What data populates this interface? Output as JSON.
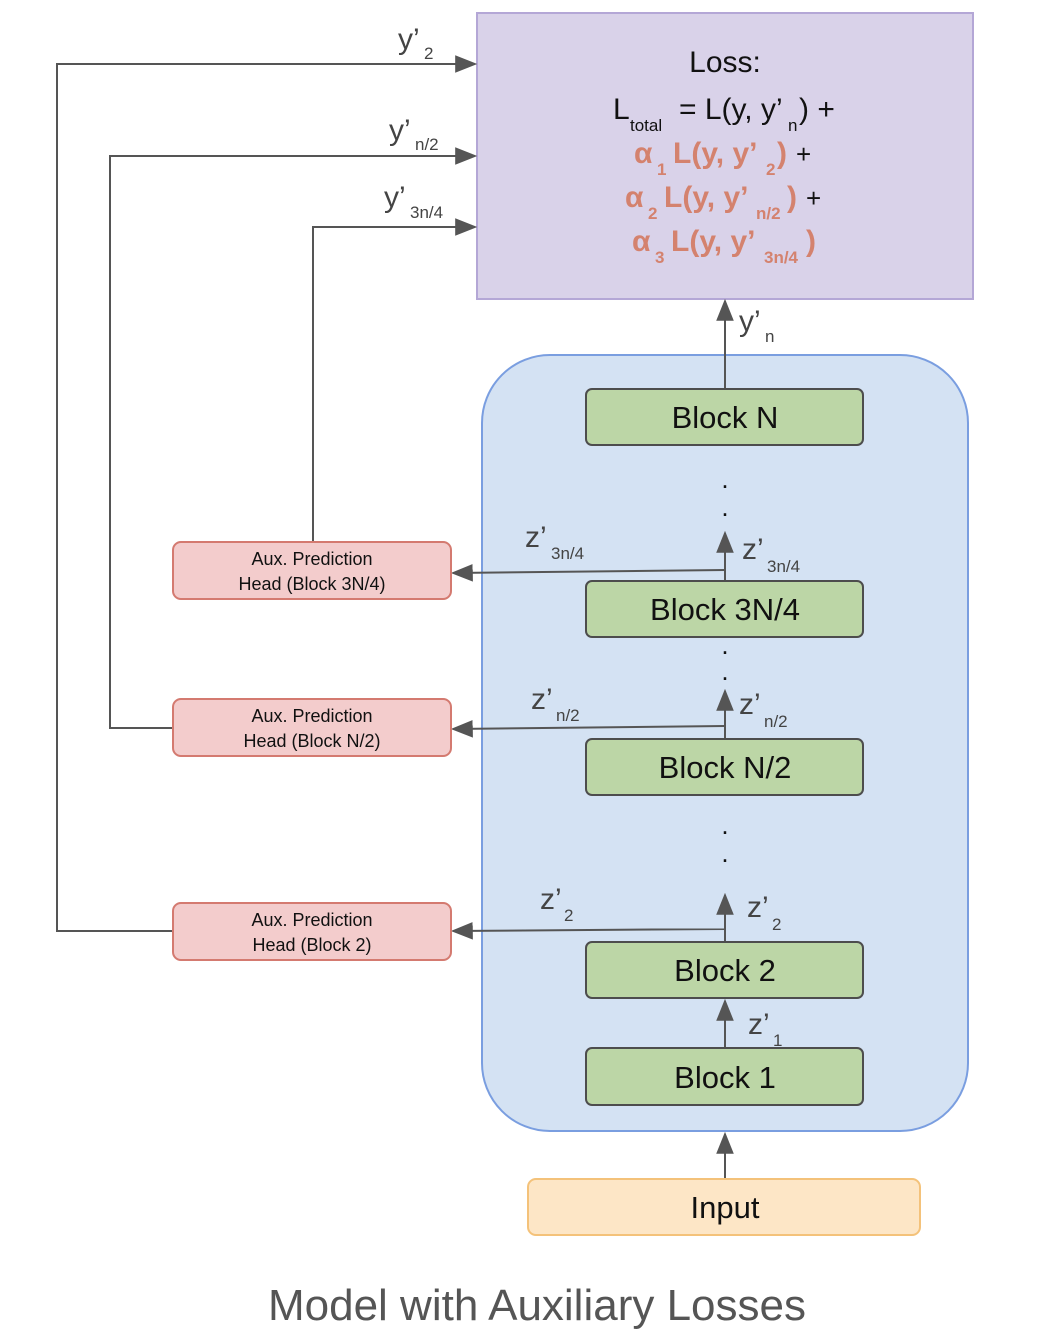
{
  "title": "Model with Auxiliary Losses",
  "loss": {
    "heading": "Loss:",
    "total_L": "L",
    "total_sub": "total",
    "main_a": "= L(y, y’",
    "main_sub": "n",
    "main_b": ") +",
    "term1": {
      "alpha": "α",
      "alpha_sub": "1",
      "a": "L(y, y’",
      "sub": "2",
      "b": ")",
      "plus": "+"
    },
    "term2": {
      "alpha": "α",
      "alpha_sub": "2",
      "a": "L(y, y’",
      "sub": "n/2",
      "b": ")",
      "plus": "+"
    },
    "term3": {
      "alpha": "α",
      "alpha_sub": "3",
      "a": "L(y, y’",
      "sub": "3n/4",
      "b": ")"
    }
  },
  "blocks": {
    "n": "Block N",
    "three_quarter": "Block 3N/4",
    "half": "Block N/2",
    "two": "Block 2",
    "one": "Block 1"
  },
  "input": "Input",
  "ellipsis": ".",
  "aux_heads": {
    "three_quarter": {
      "line1": "Aux. Prediction",
      "line2": "Head (Block 3N/4)"
    },
    "half": {
      "line1": "Aux. Prediction",
      "line2": "Head (Block N/2)"
    },
    "two": {
      "line1": "Aux. Prediction",
      "line2": "Head (Block 2)"
    }
  },
  "labels": {
    "y_prime": "y’",
    "z_prime": "z’",
    "sub_2": "2",
    "sub_n2": "n/2",
    "sub_3n4": "3n/4",
    "sub_n": "n",
    "sub_1": "1"
  },
  "colors": {
    "loss_fill": "#d9d2e9",
    "loss_stroke": "#b4a7d6",
    "container_fill": "#d4e2f3",
    "container_stroke": "#7a9ee0",
    "block_fill": "#bcd6a6",
    "block_stroke": "#4d4d4d",
    "aux_fill": "#f3cccc",
    "aux_stroke": "#d47a70",
    "input_fill": "#fde6c6",
    "input_stroke": "#f4c27a",
    "accent_text": "#d4826e",
    "arrow": "#555555"
  }
}
